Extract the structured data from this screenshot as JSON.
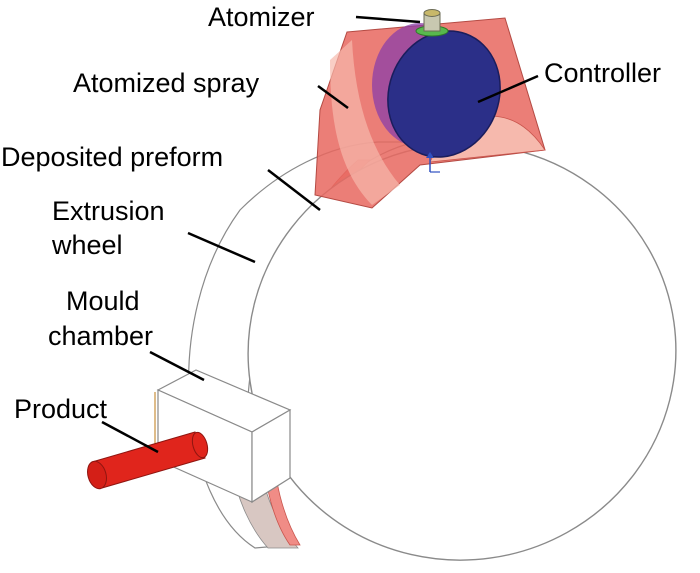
{
  "labels": {
    "atomizer": "Atomizer",
    "atomized_spray": "Atomized spray",
    "controller": "Controller",
    "deposited_preform": "Deposited preform",
    "extrusion_line1": "Extrusion",
    "extrusion_line2": "wheel",
    "mould_line1": "Mould",
    "mould_line2": "chamber",
    "product": "Product"
  },
  "colors": {
    "spray": "#e8675f",
    "spray_light": "#f6b9ad",
    "controller": "#2b2f88",
    "controller_glow": "#8b3fa8",
    "product": "#e0251c",
    "groove": "#f08c86",
    "outline": "#8a8a8a",
    "atomizer_ring": "#58b84e",
    "atomizer_cap": "#c8b86a"
  }
}
